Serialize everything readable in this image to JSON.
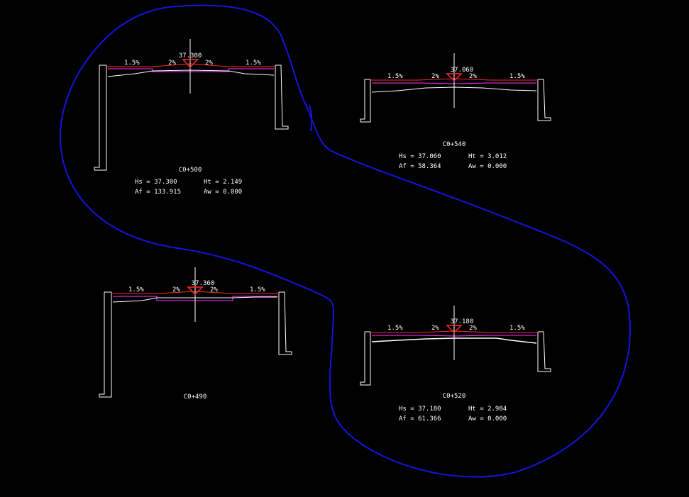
{
  "colors": {
    "background": "#000000",
    "structure": "#ffffff",
    "design_line": "#ff2a2a",
    "existing_line": "#ff33ff",
    "annotation_loop": "#1414dc"
  },
  "sections": [
    {
      "chainage": "C0+500",
      "elevation": "37.300",
      "slopes": [
        "1.5%",
        "2%",
        "2%",
        "1.5%"
      ],
      "stats": {
        "hs": "Hs = 37.300",
        "ht": "Ht = 2.149",
        "af": "Af = 133.915",
        "aw": "Aw = 0.000"
      }
    },
    {
      "chainage": "C0+540",
      "elevation": "37.060",
      "slopes": [
        "1.5%",
        "2%",
        "2%",
        "1.5%"
      ],
      "stats": {
        "hs": "Hs = 37.060",
        "ht": "Ht = 3.012",
        "af": "Af = 58.364",
        "aw": "Aw = 0.000"
      }
    },
    {
      "chainage": "C0+490",
      "elevation": "37.360",
      "slopes": [
        "1.5%",
        "2%",
        "2%",
        "1.5%"
      ],
      "stats": null
    },
    {
      "chainage": "C0+520",
      "elevation": "37.180",
      "slopes": [
        "1.5%",
        "2%",
        "2%",
        "1.5%"
      ],
      "stats": {
        "hs": "Hs = 37.180",
        "ht": "Ht = 2.984",
        "af": "Af = 61.366",
        "aw": "Aw = 0.000"
      }
    }
  ]
}
